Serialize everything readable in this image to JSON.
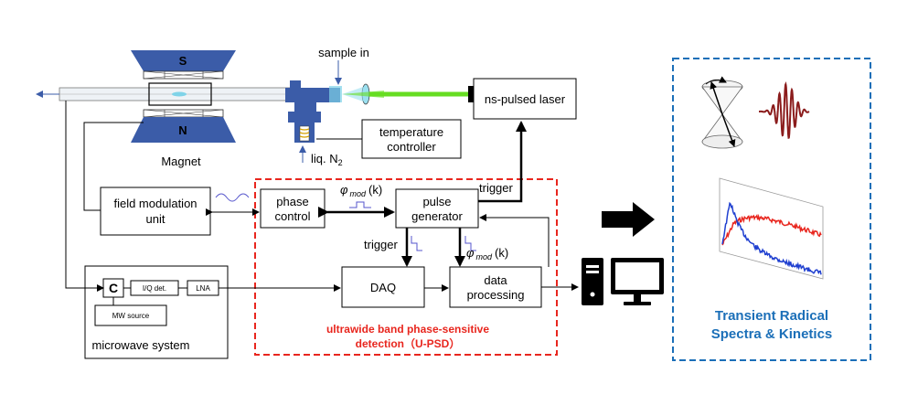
{
  "labels": {
    "sample_in": "sample in",
    "magnet_s": "S",
    "magnet_n": "N",
    "magnet": "Magnet",
    "liq_n2": "liq. N",
    "liq_n2_sub": "2",
    "temperature_controller_1": "temperature",
    "temperature_controller_2": "controller",
    "laser": "ns-pulsed laser",
    "field_modulation_1": "field modulation",
    "field_modulation_2": "unit",
    "phase_control_1": "phase",
    "phase_control_2": "control",
    "pulse_generator_1": "pulse",
    "pulse_generator_2": "generator",
    "phi_mod": "φ",
    "phi_mod_sub": "mod",
    "phi_mod_k": "(k)",
    "trigger_top": "trigger",
    "trigger_left": "trigger",
    "daq": "DAQ",
    "data_processing_1": "data",
    "data_processing_2": "processing",
    "circulator": "C",
    "iq_det": "I/Q det.",
    "lna": "LNA",
    "mw_source": "MW source",
    "microwave_system": "microwave system",
    "upsd_title_1": "ultrawide band phase-sensitive",
    "upsd_title_2": "detection（U-PSD）",
    "result_title_1": "Transient Radical",
    "result_title_2": "Spectra & Kinetics"
  },
  "colors": {
    "magnet_blue": "#3b5ca8",
    "laser_green": "#66dd22",
    "upsd_border": "#e8261e",
    "result_border": "#1b6fb8",
    "spectrum_red": "#e8261e",
    "spectrum_blue": "#1f3fd0",
    "wave_maroon": "#8b1c1c",
    "modulation_wave": "#5555cc"
  }
}
